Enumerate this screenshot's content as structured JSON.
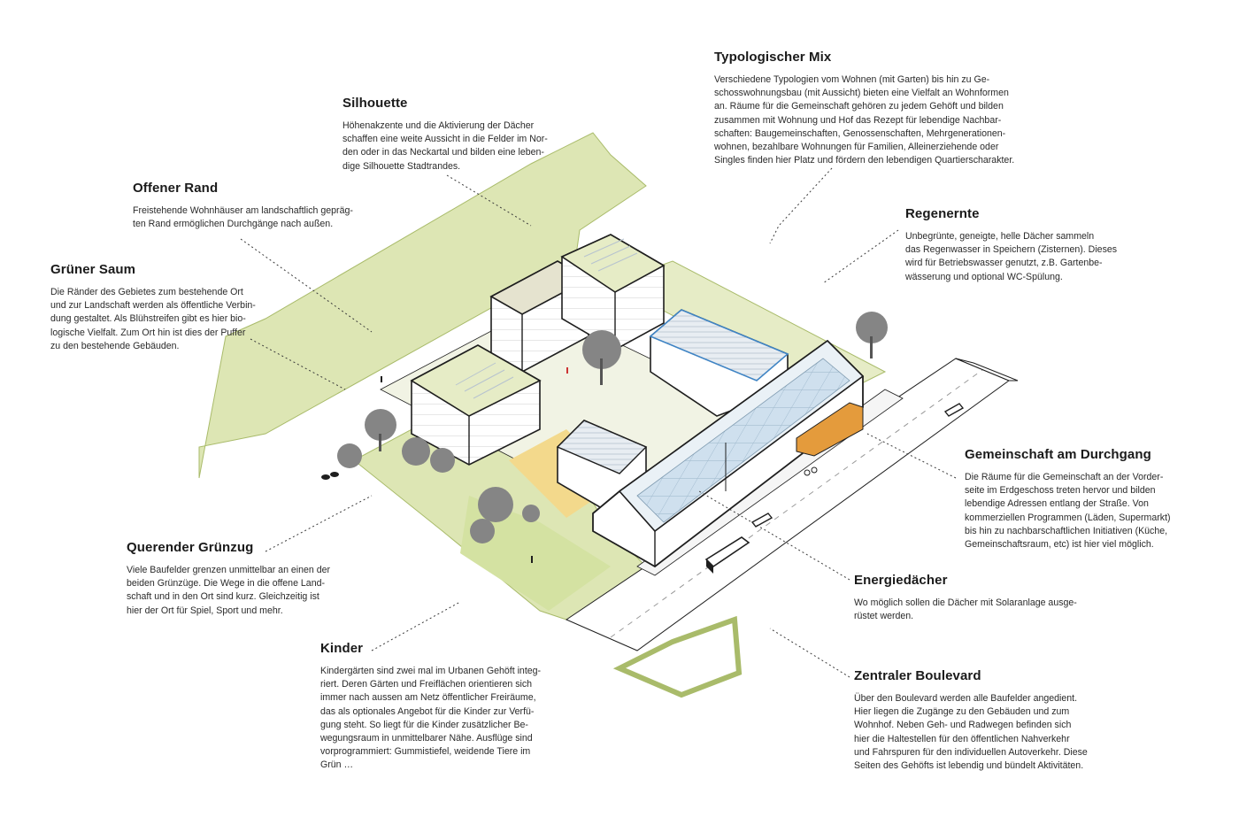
{
  "annotations": {
    "typologischer_mix": {
      "title": "Typologischer Mix",
      "text": "Verschiedene Typologien vom Wohnen (mit Garten) bis hin zu Ge-\nschosswohnungsbau (mit Aussicht) bieten eine Vielfalt an Wohnformen\nan. Räume für die Gemeinschaft gehören zu jedem Gehöft und bilden\nzusammen mit Wohnung und Hof das Rezept für lebendige Nachbar-\nschaften: Baugemeinschaften, Genossenschaften, Mehrgenerationen-\nwohnen, bezahlbare Wohnungen für Familien, Alleinerziehende oder\nSingles finden hier Platz und fördern den lebendigen Quartierscharakter."
    },
    "silhouette": {
      "title": "Silhouette",
      "text": "Höhenakzente und die Aktivierung der Dächer\nschaffen eine weite Aussicht in die Felder im Nor-\nden oder in das Neckartal und bilden eine leben-\ndige Silhouette Stadtrandes."
    },
    "offener_rand": {
      "title": "Offener Rand",
      "text": "Freistehende Wohnhäuser am landschaftlich gepräg-\nten Rand ermöglichen Durchgänge nach außen."
    },
    "regenernte": {
      "title": "Regenernte",
      "text": "Unbegrünte, geneigte, helle Dächer sammeln\ndas Regenwasser in Speichern (Zisternen). Dieses\nwird für Betriebswasser genutzt, z.B. Gartenbe-\nwässerung und optional WC-Spülung."
    },
    "gruener_saum": {
      "title": "Grüner Saum",
      "text": "Die Ränder des Gebietes zum bestehende Ort\nund zur Landschaft werden als öffentliche Verbin-\ndung gestaltet. Als Blühstreifen gibt es hier bio-\nlogische Vielfalt. Zum Ort hin ist dies der Puffer\nzu den bestehende Gebäuden."
    },
    "gemeinschaft": {
      "title": "Gemeinschaft am Durchgang",
      "text": "Die Räume für die Gemeinschaft an der Vorder-\nseite im Erdgeschoss treten hervor und bilden\nlebendige Adressen entlang der Straße. Von\nkommerziellen Programmen (Läden, Supermarkt)\nbis hin zu nachbarschaftlichen Initiativen (Küche,\nGemeinschaftsraum, etc) ist hier viel möglich."
    },
    "querender_gruenzug": {
      "title": "Querender Grünzug",
      "text": "Viele Baufelder grenzen unmittelbar an einen der\nbeiden Grünzüge. Die Wege in die offene Land-\nschaft und in den Ort sind kurz. Gleichzeitig ist\nhier der Ort für Spiel, Sport und mehr."
    },
    "energiedaecher": {
      "title": "Energiedächer",
      "text": "Wo möglich sollen die Dächer mit  Solaranlage ausge-\nrüstet werden."
    },
    "kinder": {
      "title": "Kinder",
      "text": "Kindergärten sind zwei mal im Urbanen Gehöft integ-\nriert. Deren Gärten und Freiflächen orientieren sich\nimmer nach aussen am Netz öffentlicher Freiräume,\ndas als optionales Angebot für die Kinder zur Verfü-\ngung steht. So liegt für die Kinder zusätzlicher Be-\nwegungsraum in unmittelbarer Nähe. Ausflüge sind\nvorprogrammiert: Gummistiefel, weidende Tiere im\nGrün …"
    },
    "zentraler_boulevard": {
      "title": "Zentraler Boulevard",
      "text": "Über den Boulevard werden alle Baufelder angedient.\nHier liegen die Zugänge zu den Gebäuden und zum\nWohnhof. Neben Geh- und Radwegen befinden sich\nhier die Haltestellen für den öffentlichen Nahverkehr\nund Fahrspuren für den individuellen Autoverkehr. Diese\nSeiten des Gehöfts ist lebendig und bündelt Aktivitäten."
    }
  },
  "colors": {
    "green_light": "#dde6b4",
    "green_mid": "#c7d68f",
    "green_edge": "#a9bb6a",
    "courtyard_yellow": "#f3d98c",
    "roof_blue": "#dbe8f2",
    "solar_panel": "#c8dbe9",
    "accent_orange": "#e49b3c",
    "accent_blue": "#3f84c4",
    "tree": "#7a7a7a",
    "line": "#1e1e1e"
  },
  "icons": [
    "tree-icon",
    "animal-icon",
    "bus-icon",
    "car-icon",
    "person-icon",
    "bicycle-icon",
    "arrow-icon"
  ]
}
